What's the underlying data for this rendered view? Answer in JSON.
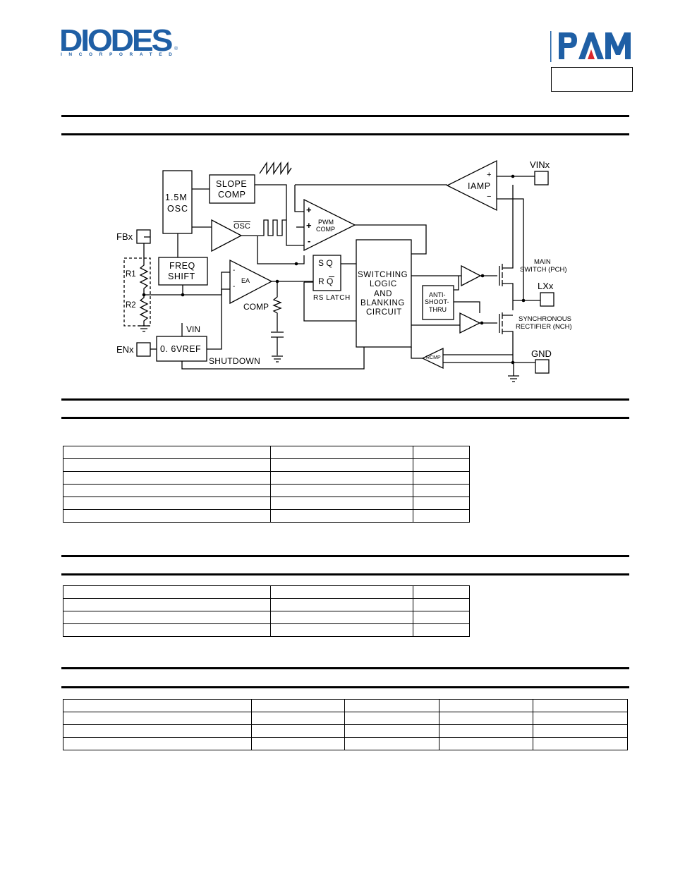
{
  "header": {
    "company_logo": {
      "name": "DIODES",
      "sub": "INCORPORATED",
      "mark": "®",
      "color": "#1f5fa5"
    },
    "brand_logo": {
      "name": "PAM",
      "color": "#1f5fa5",
      "accent": "#d9262c"
    },
    "part_box": ""
  },
  "diagram": {
    "pins": {
      "fb": "FBx",
      "en": "ENx",
      "vin": "VINx",
      "lx": "LXx",
      "gnd": "GND"
    },
    "blocks": {
      "osc_line1": "1.5M",
      "osc_line2": "OSC",
      "slope_line1": "SLOPE",
      "slope_line2": "COMP",
      "freq_line1": "FREQ",
      "freq_line2": "SHIFT",
      "vref": "0. 6VREF",
      "switching_line1": "SWITCHING",
      "switching_line2": "LOGIC",
      "switching_line3": "AND",
      "switching_line4": "BLANKING",
      "switching_line5": "CIRCUIT",
      "anti_line1": "ANTI-",
      "anti_line2": "SHOOT-",
      "anti_line3": "THRU"
    },
    "labels": {
      "osc_bar": "OSC",
      "iamp": "IAMP",
      "pwm_line1": "PWM",
      "pwm_line2": "COMP",
      "ea": "EA",
      "comp": "COMP",
      "latch_sq": "S  Q",
      "latch_rq": "R  Q",
      "rs_latch": "RS LATCH",
      "r1": "R1",
      "r2": "R2",
      "vin_small": "VIN",
      "shutdown": "SHUTDOWN",
      "main_line1": "MAIN",
      "main_line2": "SWITCH (PCH)",
      "sync_line1": "SYNCHRONOUS",
      "sync_line2": "RECTIFIER (NCH)",
      "rcmp": "RCMP",
      "plus": "+",
      "minus": "−",
      "minus_short": "-"
    }
  },
  "tables": {
    "table1": {
      "columns": 3,
      "rows": 6
    },
    "table2": {
      "columns": 3,
      "rows": 4
    },
    "table3": {
      "columns": 5,
      "rows": 4
    }
  }
}
